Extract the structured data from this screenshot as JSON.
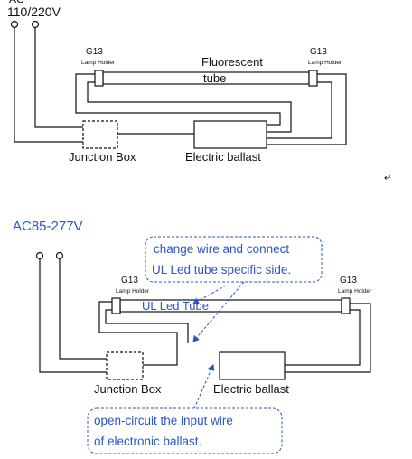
{
  "diagram_top": {
    "voltage_prefix": "AC",
    "voltage": "110/220V",
    "holder_left_code": "G13",
    "holder_left_label": "Lamp Holder",
    "holder_right_code": "G13",
    "holder_right_label": "Lamp Holder",
    "tube_label_line1": "Fluorescent",
    "tube_label_line2": "tube",
    "junction_box_label": "Junction Box",
    "ballast_label": "Electric ballast"
  },
  "return_mark": "↵",
  "diagram_bottom": {
    "voltage": "AC85-277V",
    "callout_top_line1": "change wire and connect",
    "callout_top_line2": "UL Led tube specific side.",
    "holder_left_code": "G13",
    "holder_left_label": "Lamp Holder",
    "holder_right_code": "G13",
    "holder_right_label": "Lamp Holder",
    "tube_label": "UL Led Tube",
    "junction_box_label": "Junction Box",
    "ballast_label": "Electric ballast",
    "callout_bottom_line1": "open-circuit the input wire",
    "callout_bottom_line2": "of electronic ballast."
  },
  "colors": {
    "annotation": "#2b55c9",
    "line": "#111111"
  }
}
